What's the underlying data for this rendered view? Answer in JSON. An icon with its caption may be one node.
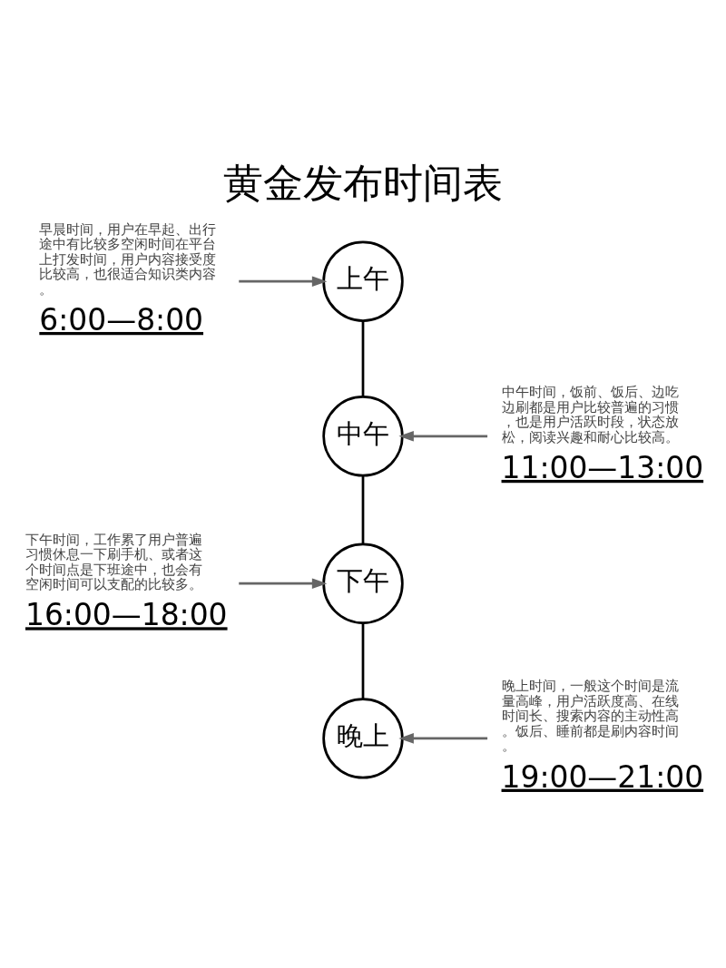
{
  "diagram": {
    "title": "黄金发布时间表",
    "nodes": [
      {
        "text": [
          "早晨时间，用户在早起、出行途中有比较多空闲时间在平台上打发时间，用户内容接受度比较高，也很适合知识类内容。",
          "6:00—8:00"
        ]
      },
      {
        "text": [
          "上午"
        ]
      },
      {
        "text": [
          "中午时间，饭前、饭后、边吃边刷都是用户比较普遍的习惯，也是用户活跃时段，状态放松，阅读兴趣和耐心比较高。",
          "11:00—13:00"
        ]
      },
      {
        "text": [
          "中午"
        ]
      },
      {
        "text": [
          "下午时间，工作累了用户普遍习惯休息一下刷手机、或者这个时间点是下班途中，也会有空闲时间可以支配的比较多。",
          "16:00—18:00"
        ]
      },
      {
        "text": [
          "下午"
        ]
      },
      {
        "text": [
          "晚上时间，一般这个时间是流量高峰，用户活跃度高、在线时间长、搜索内容的主动性高。饭后、睡前都是刷内容时间。",
          "19:00—21:00"
        ]
      },
      {
        "text": [
          "晚上"
        ]
      }
    ],
    "edges": [
      {
        "from": 0,
        "to": 1,
        "arrow": "to"
      },
      {
        "from": 2,
        "to": 3,
        "arrow": "to"
      },
      {
        "from": 4,
        "to": 5,
        "arrow": "to"
      },
      {
        "from": 6,
        "to": 7,
        "arrow": "to"
      },
      {
        "from": 1,
        "to": 3,
        "arrow": "none",
        "color": "#000000"
      },
      {
        "from": 3,
        "to": 5,
        "arrow": "none",
        "color": "#000000"
      },
      {
        "from": 5,
        "to": 7,
        "arrow": "none",
        "color": "#000000"
      }
    ]
  }
}
